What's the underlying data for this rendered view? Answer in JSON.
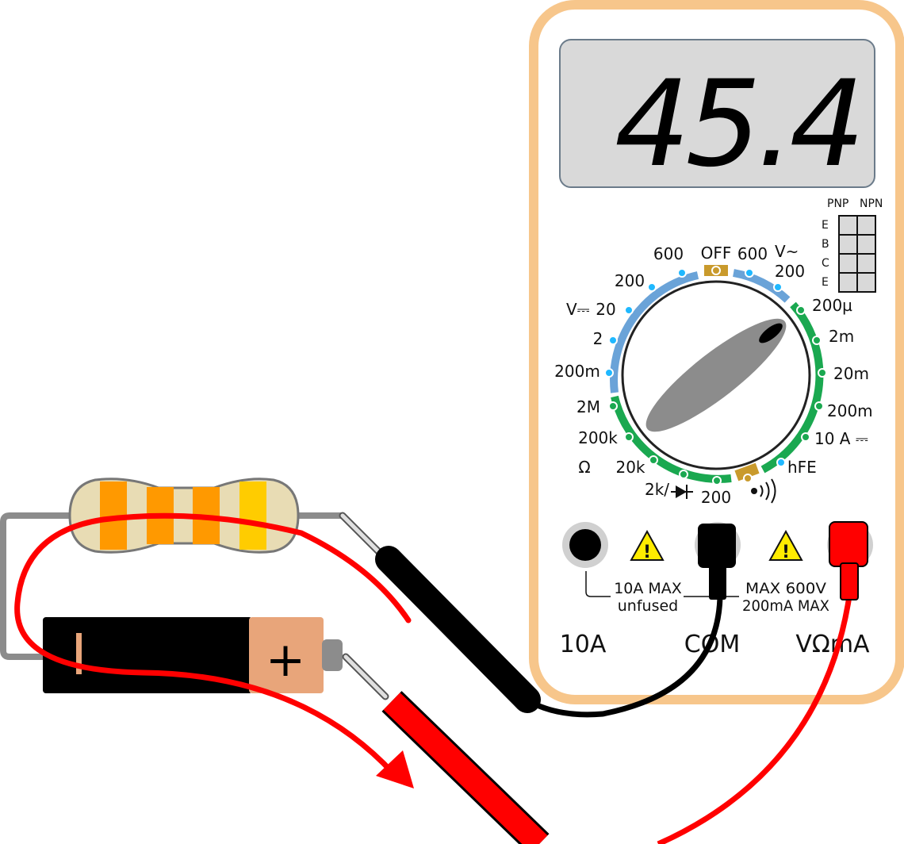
{
  "display": {
    "reading": "45.4"
  },
  "transistor_socket": {
    "pnp": "PNP",
    "npn": "NPN",
    "pins": [
      "E",
      "B",
      "C",
      "E"
    ]
  },
  "dial": {
    "off": "OFF",
    "dcv": {
      "symbol": "V⎓",
      "ranges": [
        "600",
        "200",
        "20",
        "2",
        "200m"
      ]
    },
    "acv": {
      "symbol": "V~",
      "ranges": [
        "600",
        "200"
      ]
    },
    "dca": {
      "ranges": [
        "200µ",
        "2m",
        "20m",
        "200m",
        "10 A ⎓"
      ]
    },
    "hfe": "hFE",
    "ohm": {
      "symbol": "Ω",
      "ranges": [
        "2M",
        "200k",
        "20k",
        "2k/",
        "200"
      ]
    }
  },
  "jacks": {
    "a10": "10A",
    "com": "COM",
    "vohm": "VΩmA",
    "warn_left": [
      "10A MAX",
      "unfused"
    ],
    "warn_right": [
      "MAX 600V",
      "200mA MAX"
    ]
  },
  "battery": {
    "neg": "-",
    "pos": "+"
  },
  "colors": {
    "case": "#f7c68b",
    "lcd": "#d9d9d9",
    "dcv_arc": "#6aa3d8",
    "current_arc": "#1aa850",
    "marker": "#c99a2c",
    "probe_red": "#ff0000",
    "probe_black": "#000000",
    "flow_arrow": "#ff0000"
  }
}
